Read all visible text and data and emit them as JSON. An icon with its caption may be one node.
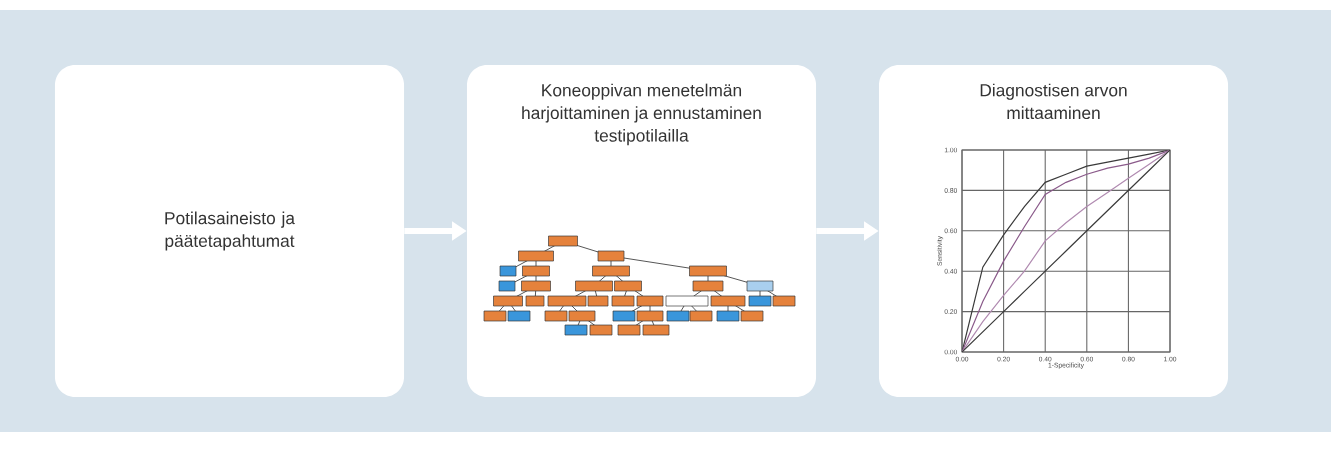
{
  "diagram": {
    "nodes": [
      {
        "text": [
          "Potilasaineisto ja päätetapahtumat"
        ]
      },
      {
        "text": [
          "Koneoppivan menetelmän harjoittaminen ja ennustaminen testipotilailla"
        ]
      },
      {
        "text": [
          "Diagnostisen arvon mittaaminen"
        ]
      }
    ],
    "edges": [
      {
        "from": 0,
        "to": 1,
        "arrow": "to"
      },
      {
        "from": 1,
        "to": 2,
        "arrow": "to"
      }
    ],
    "chart_data": {
      "type": "line",
      "xlabel": "1-Specificity",
      "ylabel": "Sensitivity",
      "x": [
        0,
        0.1,
        0.2,
        0.3,
        0.4,
        0.5,
        0.6,
        0.7,
        0.8,
        0.9,
        1.0
      ],
      "series": [
        {
          "color": "#3a3a3a",
          "values": [
            0,
            0.42,
            0.58,
            0.72,
            0.84,
            0.88,
            0.92,
            0.94,
            0.96,
            0.98,
            1
          ]
        },
        {
          "color": "#8a5a8a",
          "values": [
            0,
            0.25,
            0.45,
            0.62,
            0.78,
            0.84,
            0.88,
            0.91,
            0.93,
            0.96,
            1
          ]
        },
        {
          "color": "#b08ab0",
          "values": [
            0,
            0.15,
            0.28,
            0.4,
            0.55,
            0.64,
            0.72,
            0.79,
            0.86,
            0.93,
            1
          ]
        },
        {
          "color": "#3a3a3a",
          "values": [
            0,
            0.1,
            0.2,
            0.3,
            0.4,
            0.5,
            0.6,
            0.7,
            0.8,
            0.9,
            1.0
          ]
        }
      ],
      "xlim": [
        0,
        1
      ],
      "ylim": [
        0,
        1
      ],
      "grid": true,
      "xticks": [
        {
          "value": 0,
          "label": "0.00"
        },
        {
          "value": 0.2,
          "label": "0.20"
        },
        {
          "value": 0.4,
          "label": "0.40"
        },
        {
          "value": 0.6,
          "label": "0.60"
        },
        {
          "value": 0.8,
          "label": "0.80"
        },
        {
          "value": 1,
          "label": "1.00"
        }
      ],
      "yticks": [
        {
          "value": 0,
          "label": "0.00"
        },
        {
          "value": 0.2,
          "label": "0.20"
        },
        {
          "value": 0.4,
          "label": "0.40"
        },
        {
          "value": 0.6,
          "label": "0.60"
        },
        {
          "value": 0.8,
          "label": "0.80"
        },
        {
          "value": 1,
          "label": "1.00"
        }
      ]
    }
  }
}
